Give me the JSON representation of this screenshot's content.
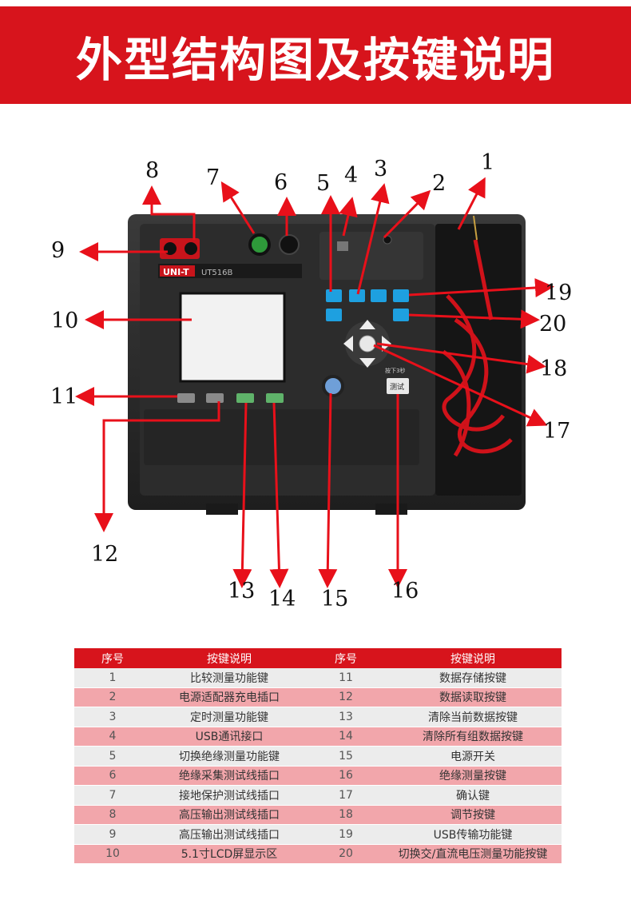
{
  "header": {
    "title": "外型结构图及按键说明"
  },
  "callouts": [
    "1",
    "2",
    "3",
    "4",
    "5",
    "6",
    "7",
    "8",
    "9",
    "10",
    "11",
    "12",
    "13",
    "14",
    "15",
    "16",
    "17",
    "18",
    "19",
    "20"
  ],
  "device": {
    "brand": "UNI-T",
    "model": "UT516B",
    "panel_labels": [
      "按下3秒",
      "测试"
    ]
  },
  "table": {
    "headers": [
      "序号",
      "按键说明",
      "序号",
      "按键说明"
    ],
    "rows": [
      [
        "1",
        "比较测量功能键",
        "11",
        "数据存储按键"
      ],
      [
        "2",
        "电源适配器充电插口",
        "12",
        "数据读取按键"
      ],
      [
        "3",
        "定时测量功能键",
        "13",
        "清除当前数据按键"
      ],
      [
        "4",
        "USB通讯接口",
        "14",
        "清除所有组数据按键"
      ],
      [
        "5",
        "切换绝缘测量功能键",
        "15",
        "电源开关"
      ],
      [
        "6",
        "绝缘采集测试线插口",
        "16",
        "绝缘测量按键"
      ],
      [
        "7",
        "接地保护测试线插口",
        "17",
        "确认键"
      ],
      [
        "8",
        "高压输出测试线插口",
        "18",
        "调节按键"
      ],
      [
        "9",
        "高压输出测试线插口",
        "19",
        "USB传输功能键"
      ],
      [
        "10",
        "5.1寸LCD屏显示区",
        "20",
        "切换交/直流电压测量功能按键"
      ]
    ]
  },
  "colors": {
    "accent": "#d7141c",
    "row_alt": "#f2a6ab",
    "row_light": "#ececec"
  }
}
